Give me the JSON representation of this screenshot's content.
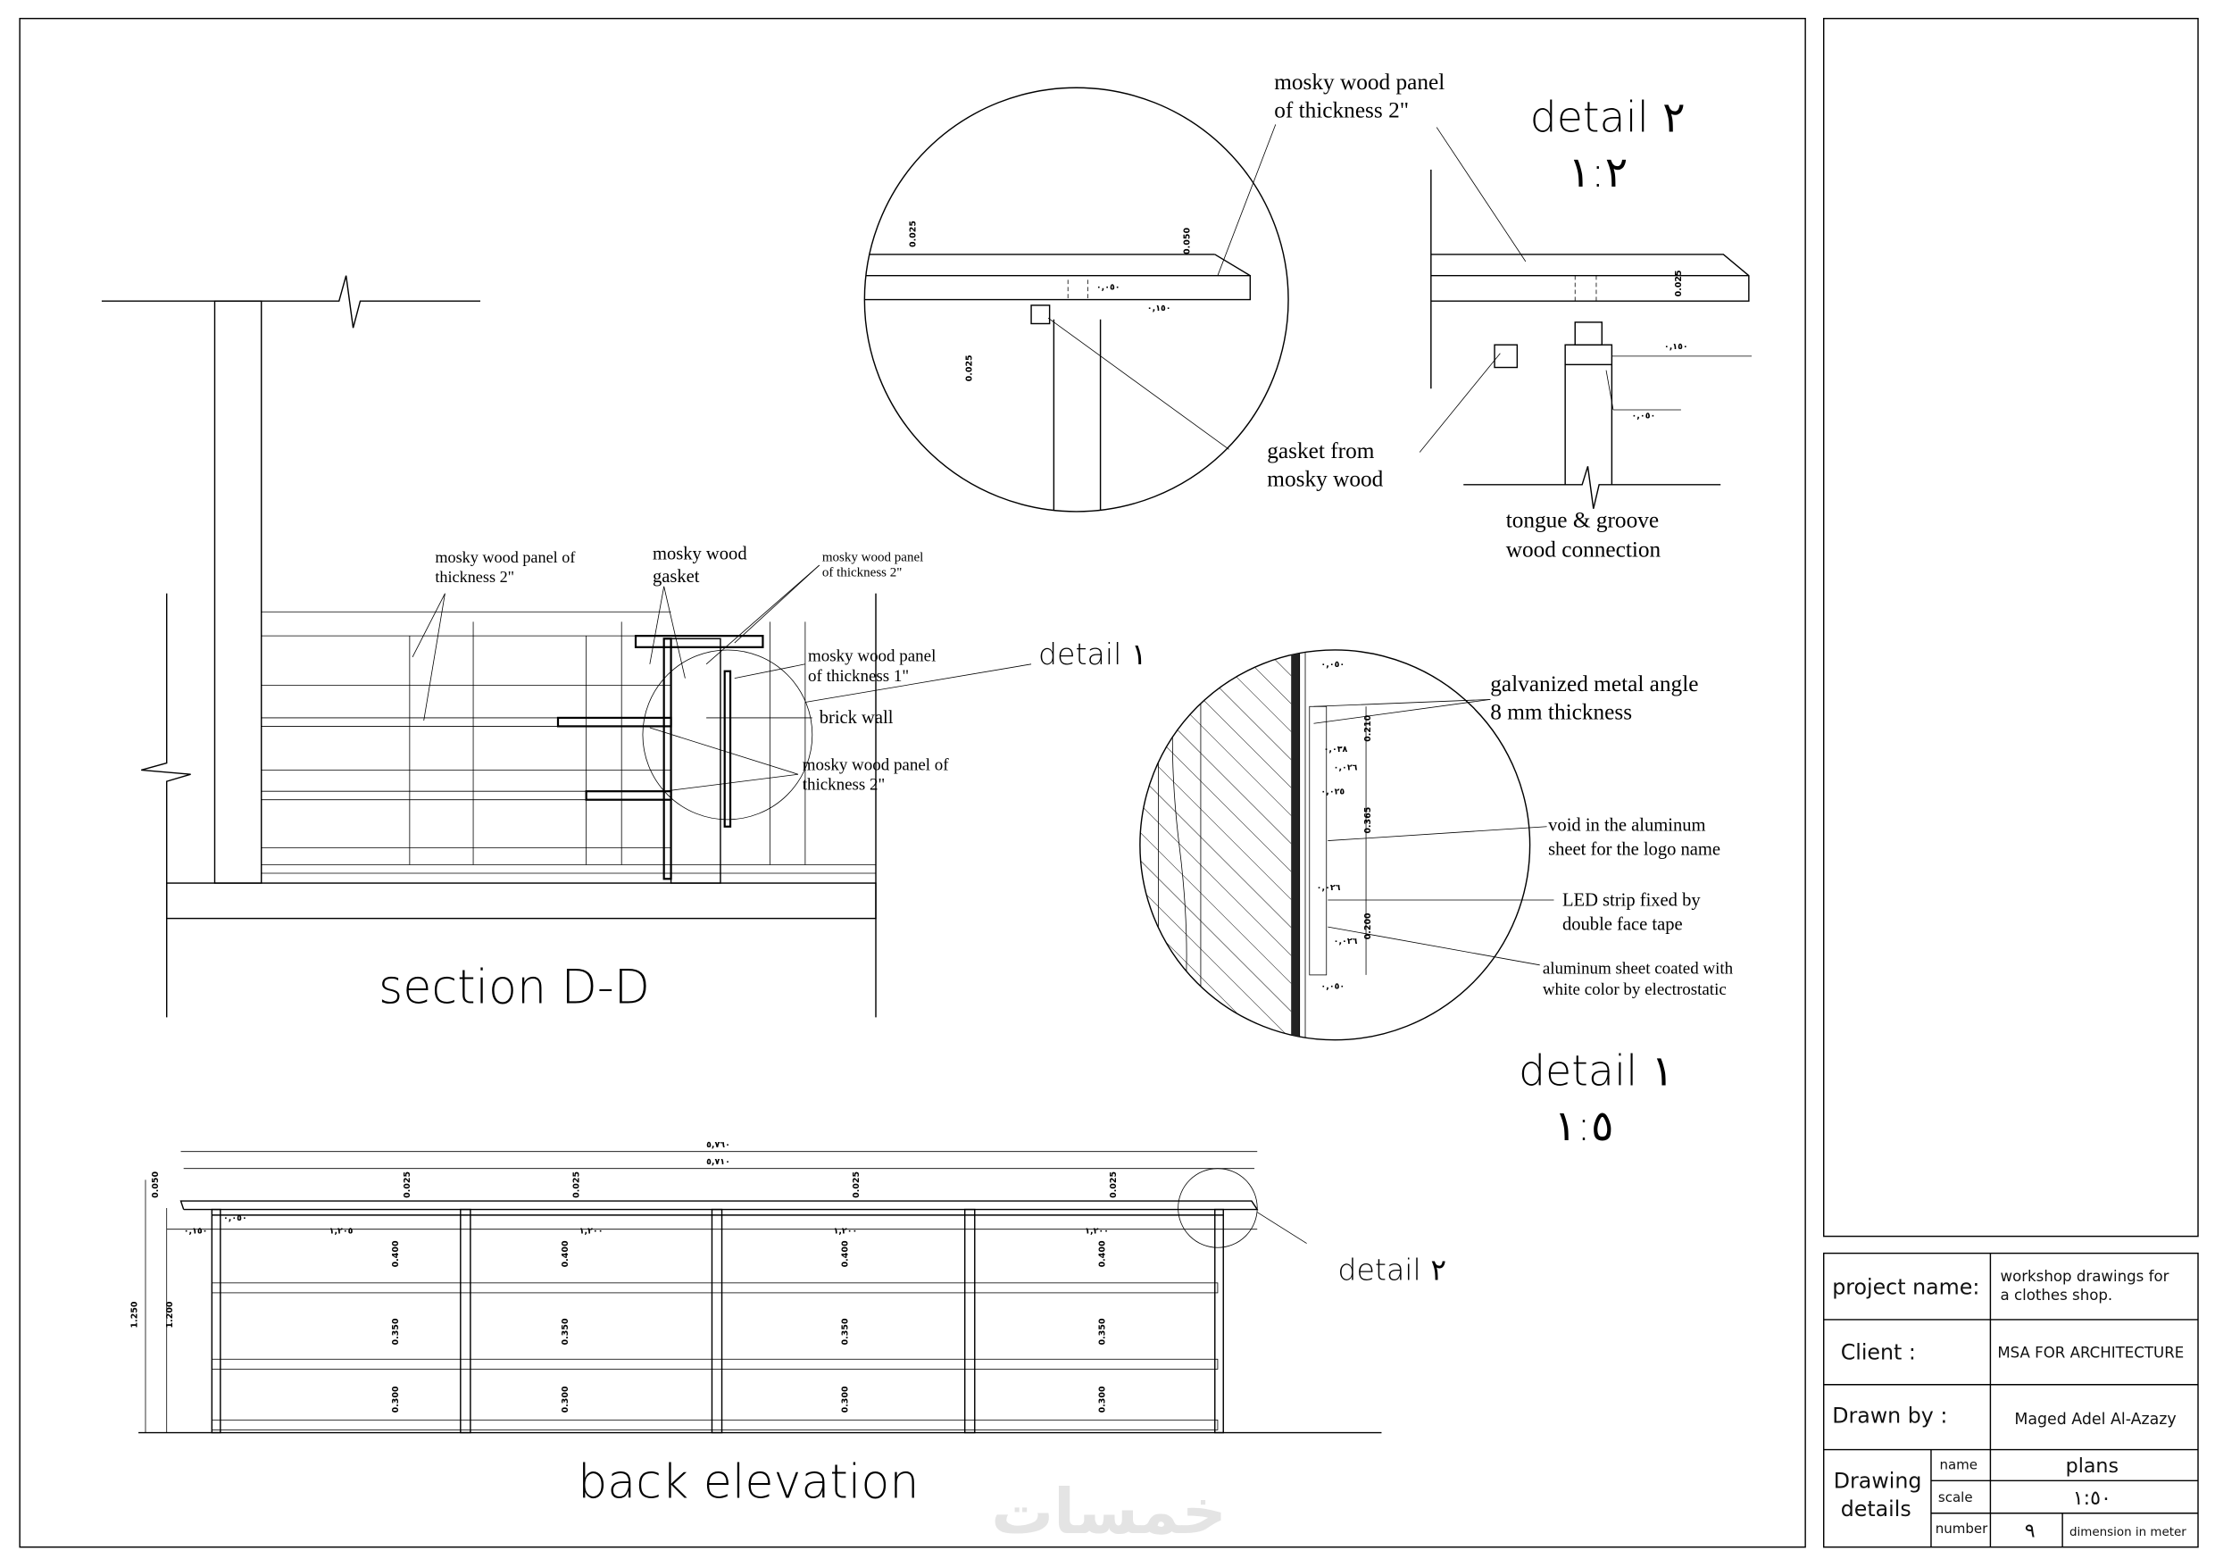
{
  "section_dd": {
    "title": "section D-D",
    "labels": {
      "panel_2in_left": [
        "mosky wood panel of",
        "thickness 2\""
      ],
      "gasket": [
        "mosky wood",
        "gasket"
      ],
      "panel_2in_top": [
        "mosky wood panel",
        "of thickness 2\""
      ],
      "panel_1in": [
        "mosky wood panel",
        "of thickness 1\""
      ],
      "brick_wall": "brick wall",
      "panel_2in_lower": [
        "mosky wood panel of",
        "thickness 2\""
      ]
    },
    "detail_callout": "detail ١"
  },
  "detail_2": {
    "title": "detail ٢",
    "scale": "١:٢",
    "labels": {
      "panel": [
        "mosky wood panel",
        "of thickness 2\""
      ],
      "gasket": [
        "gasket from",
        "mosky wood"
      ],
      "tongue_groove": [
        "tongue & groove",
        "wood connection"
      ]
    },
    "dims": [
      "0.025",
      "0.050",
      "0.025",
      "٠,٠٥٠",
      "٠,١٥٠",
      "0.025",
      "٠,١٥٠",
      "٠,٠٥٠"
    ]
  },
  "detail_1": {
    "title": "detail ١",
    "scale": "١:٥",
    "labels": {
      "metal_angle": [
        "galvanized metal angle",
        "8 mm thickness"
      ],
      "void": [
        "void in the aluminum",
        "sheet for the logo name"
      ],
      "led": [
        "LED strip fixed by",
        "double face tape"
      ],
      "aluminum": [
        "aluminum sheet coated with",
        "white color by electrostatic"
      ]
    },
    "dims": [
      "0.210",
      "0.365",
      "0.200",
      "٠,٠٥٠",
      "٠,٠٣٨",
      "٠,٠٢٦",
      "٠,٠٢٥",
      "٠,٠٢٦",
      "٠,٠٢٦",
      "٠,٠٥٠"
    ]
  },
  "back_elevation": {
    "title": "back elevation",
    "detail_callout": "detail ٢",
    "dims": {
      "overall_1": "٥,٧٦٠",
      "overall_2": "٥,٧١٠",
      "top_thk": "0.050",
      "height_1": "1.250",
      "height_2": "1.200",
      "bay_1": "١,٢٠٥",
      "bay_2": "١,٢٠٠",
      "bay_3": "١,٢٠٠",
      "bay_4": "١,٢٠٠",
      "edge": "٠,١٥٠",
      "post": "٠,٠٥٠",
      "shelf": "0.025",
      "gap_1": "0.400",
      "gap_2": "0.350",
      "gap_3": "0.300"
    }
  },
  "title_block": {
    "project_label": "project name:",
    "project_value": [
      "workshop drawings for",
      "a clothes shop."
    ],
    "client_label": "Client :",
    "client_value": "MSA FOR ARCHITECTURE",
    "drawn_label": "Drawn by :",
    "drawn_value": "Maged Adel Al-Azazy",
    "details_label": [
      "Drawing",
      "details"
    ],
    "name_label": "name",
    "name_value": "plans",
    "scale_label": "scale",
    "scale_value": "١:٥٠",
    "number_label": "number",
    "number_value": "٩",
    "units_note": "dimension in meter"
  },
  "watermark": "خمسات"
}
